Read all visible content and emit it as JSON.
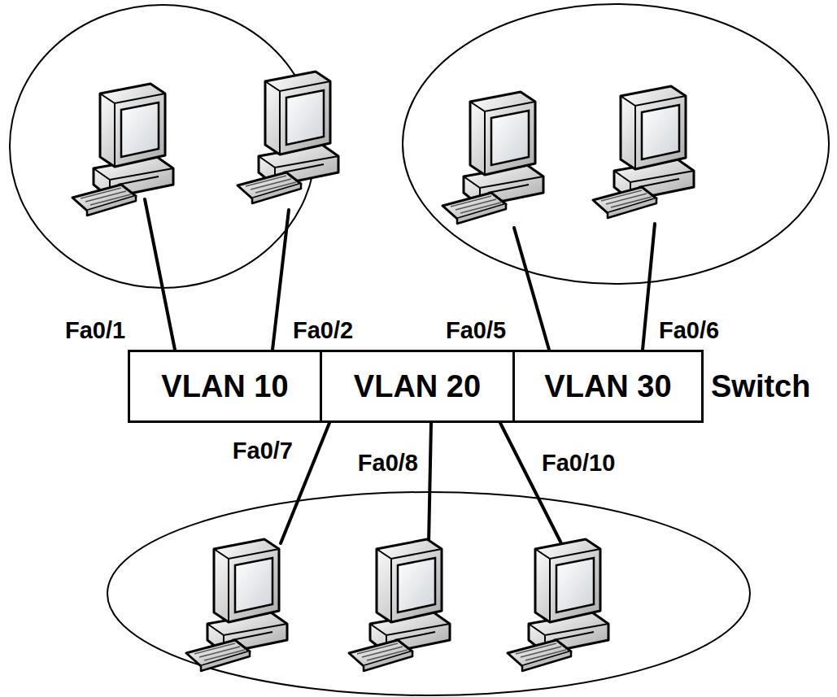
{
  "diagram": {
    "nodes": [
      {
        "text": [
          "Switch"
        ]
      },
      {
        "text": [
          "VLAN 10"
        ],
        "in": 0
      },
      {
        "text": [
          "VLAN 20"
        ],
        "in": 0
      },
      {
        "text": [
          "VLAN 30"
        ],
        "in": 0
      }
    ],
    "labels": [
      "Fa0/1",
      "Fa0/2",
      "Fa0/5",
      "Fa0/6",
      "Fa0/7",
      "Fa0/8",
      "Fa0/10"
    ]
  }
}
